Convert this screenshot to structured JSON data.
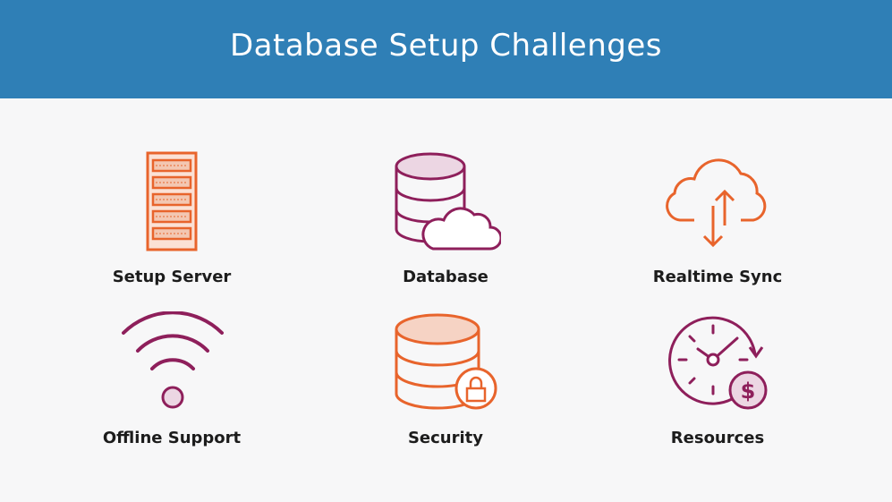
{
  "header": {
    "title": "Database Setup Challenges"
  },
  "items": [
    {
      "label": "Setup Server",
      "icon": "server-rack-icon"
    },
    {
      "label": "Database",
      "icon": "database-cloud-icon"
    },
    {
      "label": "Realtime Sync",
      "icon": "cloud-sync-icon"
    },
    {
      "label": "Offline Support",
      "icon": "wifi-icon"
    },
    {
      "label": "Security",
      "icon": "database-lock-icon"
    },
    {
      "label": "Resources",
      "icon": "clock-dollar-icon"
    }
  ],
  "colors": {
    "header": "#2f7fb6",
    "orange": "#e8642c",
    "plum": "#8e1f5b",
    "peach": "#f6d3c4",
    "pink": "#ecd6e3"
  }
}
